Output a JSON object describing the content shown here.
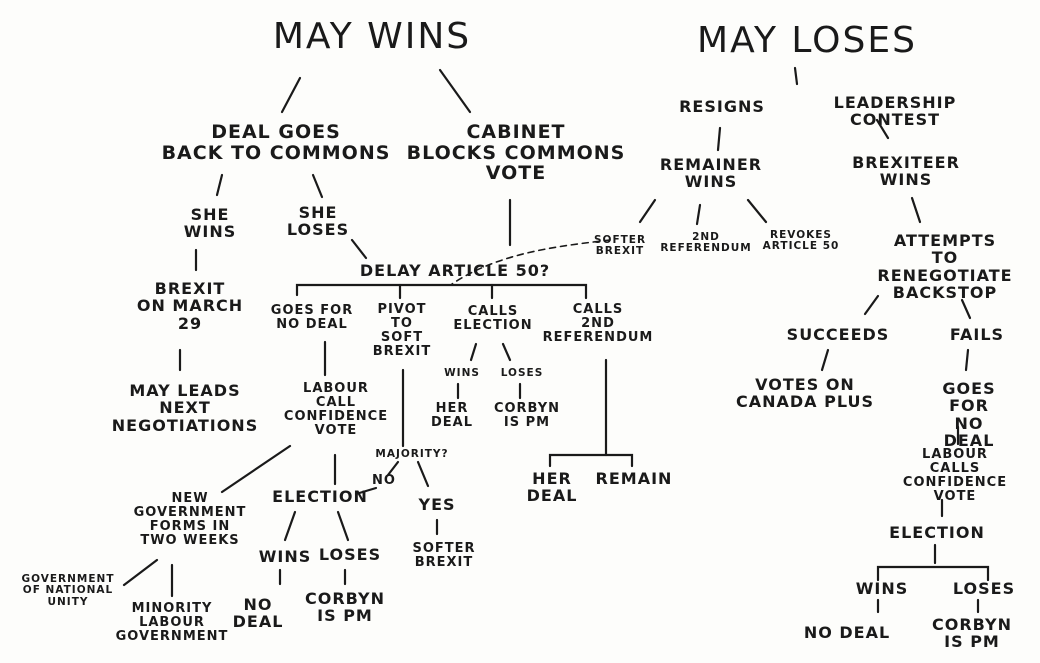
{
  "diagram": {
    "nodes": {
      "may_wins": "MAY WINS",
      "may_loses": "MAY LOSES",
      "deal_goes_back": "DEAL GOES\nBACK TO COMMONS",
      "cabinet_blocks": "CABINET\nBLOCKS COMMONS\nVOTE",
      "resigns": "RESIGNS",
      "leadership_contest": "LEADERSHIP CONTEST",
      "remainer_wins": "REMAINER\nWINS",
      "brexiteer_wins": "BREXITEER\nWINS",
      "softer_brexit_r": "SOFTER\nBREXIT",
      "second_ref_r": "2ND\nREFERENDUM",
      "revokes_art50": "REVOKES\nARTICLE 50",
      "attempts_renegotiate": "ATTEMPTS TO\nRENEGOTIATE\nBACKSTOP",
      "succeeds": "SUCCEEDS",
      "fails": "FAILS",
      "votes_canada_plus": "VOTES ON\nCANADA PLUS",
      "goes_for_no_deal_r": "GOES FOR\nNO DEAL",
      "labour_calls_confidence_r": "LABOUR CALLS\nCONFIDENCE\nVOTE",
      "election_r": "ELECTION",
      "wins_r": "WINS",
      "loses_r": "LOSES",
      "no_deal_r": "NO DEAL",
      "corbyn_pm_r": "CORBYN\nIS PM",
      "she_wins": "SHE\nWINS",
      "she_loses": "SHE\nLOSES",
      "brexit_march": "BREXIT\nON MARCH\n29",
      "may_leads": "MAY LEADS\nNEXT\nNEGOTIATIONS",
      "delay_art50": "DELAY ARTICLE 50?",
      "goes_for_no_deal": "GOES FOR\nNO DEAL",
      "pivot_soft": "PIVOT\nTO\nSOFT\nBREXIT",
      "calls_election": "CALLS\nELECTION",
      "calls_2nd_ref": "CALLS\n2ND\nREFERENDUM",
      "wins_mid": "WINS",
      "loses_mid": "LOSES",
      "her_deal_mid": "HER\nDEAL",
      "corbyn_mid": "CORBYN\nIS PM",
      "her_deal_ref": "HER\nDEAL",
      "remain": "REMAIN",
      "labour_call_confidence": "LABOUR\nCALL\nCONFIDENCE\nVOTE",
      "majority": "MAJORITY?",
      "no": "NO",
      "yes": "YES",
      "softer_brexit_l": "SOFTER\nBREXIT",
      "new_government": "NEW\nGOVERNMENT\nFORMS IN\nTWO WEEKS",
      "election_l": "ELECTION",
      "wins_l": "WINS",
      "loses_l": "LOSES",
      "no_deal_l": "NO\nDEAL",
      "corbyn_l": "CORBYN\nIS PM",
      "gov_national_unity": "GOVERNMENT\nOF NATIONAL\nUNITY",
      "minority_labour": "MINORITY\nLABOUR\nGOVERNMENT"
    }
  }
}
